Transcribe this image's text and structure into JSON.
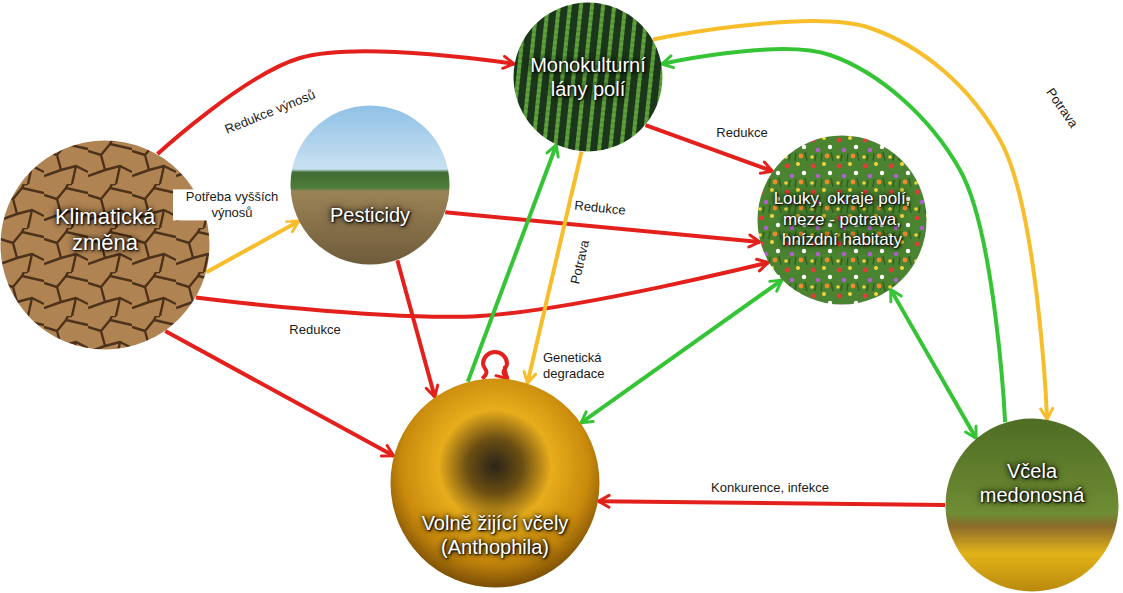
{
  "diagram": {
    "nodes": [
      {
        "text": [
          "Monokulturní lány polí"
        ]
      },
      {
        "text": [
          "Pesticidy"
        ]
      },
      {
        "text": [
          "Louky, okraje polí, meze - potrava, hnízdní habitaty"
        ]
      },
      {
        "text": [
          "Klimatická změna"
        ]
      },
      {
        "text": [
          "Volně žijící včely (Anthophila)"
        ]
      },
      {
        "text": [
          "Včela medonosná"
        ]
      }
    ],
    "edges": [
      {
        "from": 3,
        "to": 0,
        "arrow": "to",
        "label": "Redukce výnosů"
      },
      {
        "from": 3,
        "to": 1,
        "arrow": "to",
        "label": "Potřeba vyšších výnosů"
      },
      {
        "from": 3,
        "to": 2,
        "arrow": "to",
        "label": "Redukce"
      },
      {
        "from": 3,
        "to": 4,
        "arrow": "to"
      },
      {
        "from": 1,
        "to": 2,
        "arrow": "to",
        "label": "Redukce"
      },
      {
        "from": 1,
        "to": 4,
        "arrow": "to"
      },
      {
        "from": 0,
        "to": 2,
        "arrow": "to",
        "label": "Redukce"
      },
      {
        "from": 0,
        "to": 4,
        "arrow": "to",
        "label": "Potrava"
      },
      {
        "from": 4,
        "to": 0,
        "arrow": "to"
      },
      {
        "from": 0,
        "to": 5,
        "arrow": "to",
        "label": "Potrava"
      },
      {
        "from": 5,
        "to": 0,
        "arrow": "to"
      },
      {
        "from": 2,
        "to": 4,
        "arrow": "both"
      },
      {
        "from": 2,
        "to": 5,
        "arrow": "both"
      },
      {
        "from": 5,
        "to": 4,
        "arrow": "to",
        "label": "Konkurence, infekce"
      },
      {
        "from": 4,
        "to": 4,
        "arrow": "to",
        "label": "Genetická degradace"
      }
    ]
  }
}
